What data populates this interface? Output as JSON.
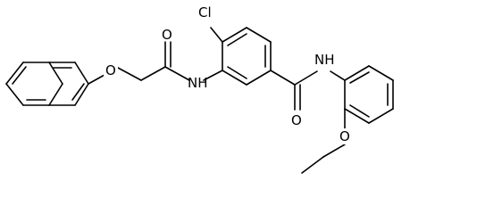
{
  "structure": {
    "atom_labels": {
      "chlorine": "Cl",
      "ether_oxygen_naphthyl": "O",
      "carbonyl_oxygen_acetamide": "O",
      "amide_nitrogen_acetamide": "NH",
      "carbonyl_oxygen_benzamide": "O",
      "amide_nitrogen_benzamide": "NH",
      "ether_oxygen_ethoxy": "O"
    }
  },
  "colors": {
    "bond": "#000000",
    "label": "#000000",
    "background": "#ffffff"
  }
}
